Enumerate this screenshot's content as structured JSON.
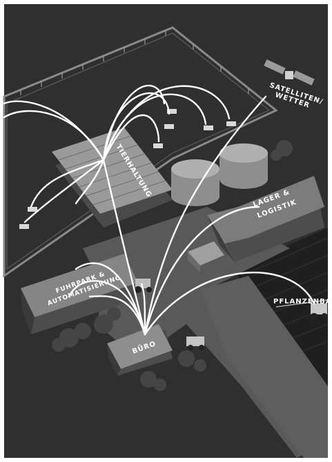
{
  "labels": {
    "tierhaltung": "TIERHALTUNG",
    "satelliten_line1": "SATELLITEN/",
    "satelliten_line2": "WETTER",
    "lager_line1": "LAGER &",
    "lager_line2": "LOGISTIK",
    "fuhrpark_line1": "FUHRPARK &",
    "fuhrpark_line2": "AUTOMATISIERUNG",
    "buero": "BÜRO",
    "pflanzenbau": "PFLANZENBAU"
  },
  "colors": {
    "ground": "#2f2f30",
    "pavement": "#5b5b5c",
    "field": "#232324",
    "building_roof": "#7c7c7d",
    "building_wall": "#4d4d4e",
    "network_lines": "#ffffff"
  }
}
